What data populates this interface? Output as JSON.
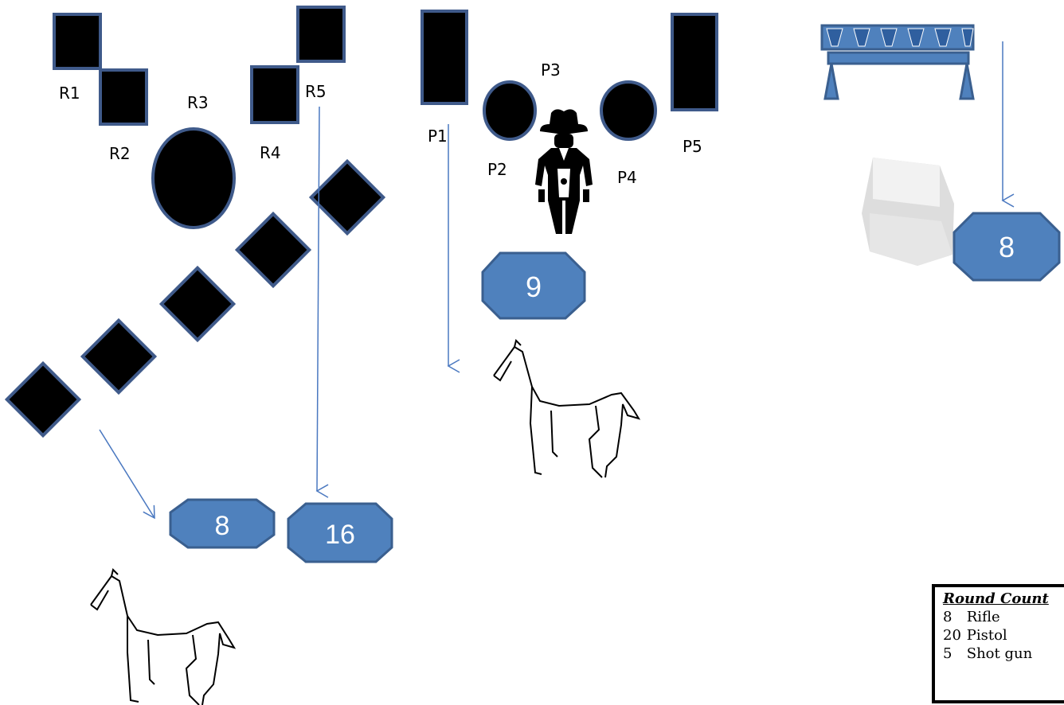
{
  "colors": {
    "target_fill": "#000000",
    "target_border": "#3f5a8a",
    "arrow": "#4a78c0",
    "octagon_fill": "#4f81bd",
    "octagon_border": "#3a5f8f",
    "octagon_text": "#ffffff"
  },
  "rifle_labels": {
    "r1": "R1",
    "r2": "R2",
    "r3": "R3",
    "r4": "R4",
    "r5": "R5"
  },
  "pistol_labels": {
    "p1": "P1",
    "p2": "P2",
    "p3": "P3",
    "p4": "P4",
    "p5": "P5"
  },
  "counts": {
    "shotgun_count": "8",
    "rifle_count": "16",
    "pistol_count": "9",
    "table_count": "8"
  },
  "round_count": {
    "title": "Round Count",
    "items": [
      {
        "count": "8",
        "weapon": "Rifle"
      },
      {
        "count": "20",
        "weapon": "Pistol"
      },
      {
        "count": "5",
        "weapon": "Shot gun"
      }
    ]
  },
  "icons": {
    "cowboy": "cowboy-icon",
    "horse": "horse-icon",
    "hay_bale": "hay-bale-icon",
    "table": "table-icon"
  }
}
